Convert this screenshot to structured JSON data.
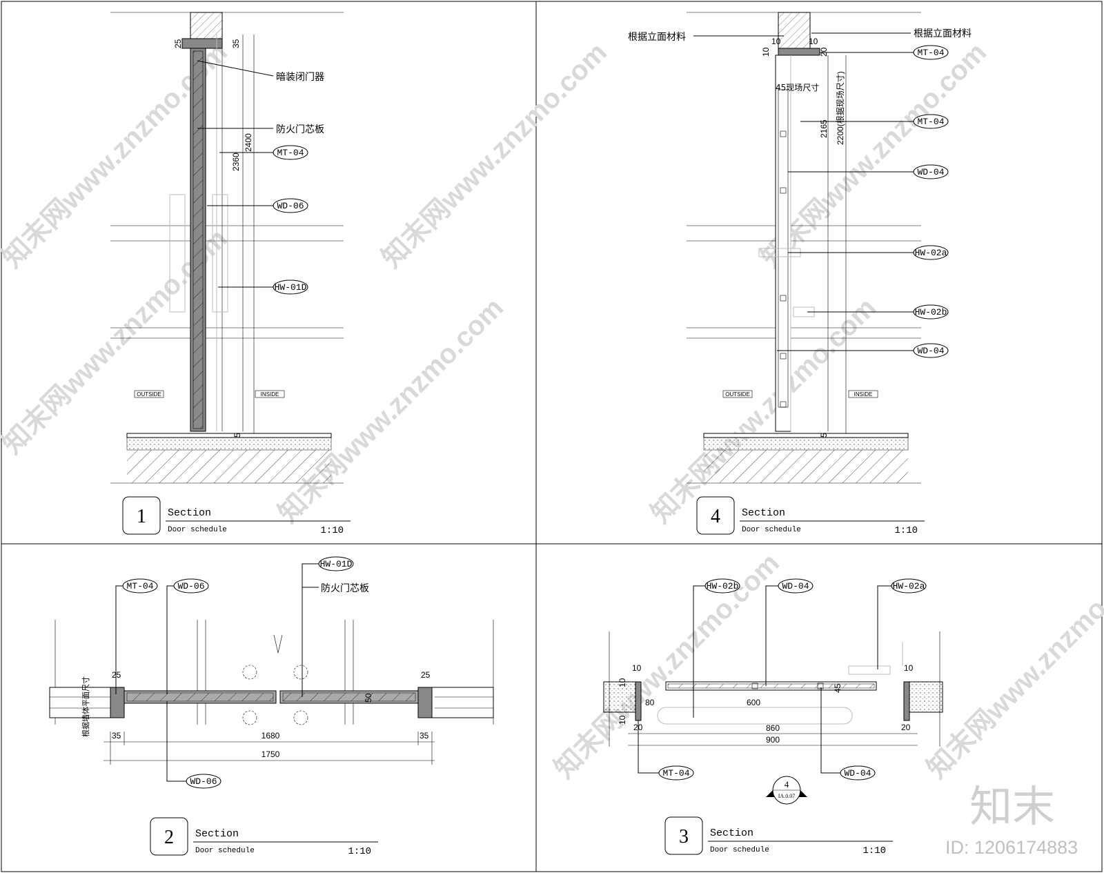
{
  "panels": [
    {
      "number": "1",
      "title": "Section",
      "subtitle": "Door schedule",
      "scale": "1:10"
    },
    {
      "number": "4",
      "title": "Section",
      "subtitle": "Door schedule",
      "scale": "1:10"
    },
    {
      "number": "2",
      "title": "Section",
      "subtitle": "Door schedule",
      "scale": "1:10"
    },
    {
      "number": "3",
      "title": "Section",
      "subtitle": "Door schedule",
      "scale": "1:10"
    }
  ],
  "panel1": {
    "labels": [
      "暗装闭门器",
      "防火门芯板"
    ],
    "tags": [
      "MT-04",
      "WD-06",
      "HW-01D"
    ],
    "dims": [
      "25",
      "35",
      "2400",
      "2360",
      "5"
    ],
    "outside": "OUTSIDE",
    "inside": "INSIDE"
  },
  "panel4": {
    "labels": [
      "根据立面材料",
      "根据立面材料",
      "45现场尺寸",
      "2200(根据现场尺寸)"
    ],
    "tags": [
      "MT-04",
      "MT-04",
      "WD-04",
      "HW-02a",
      "HW-02b",
      "WD-04"
    ],
    "dims": [
      "10",
      "10",
      "10",
      "20",
      "2165",
      "5"
    ],
    "outside": "OUTSIDE",
    "inside": "INSIDE"
  },
  "panel2": {
    "labels": [
      "防火门芯板",
      "根据墙体平面尺寸"
    ],
    "tags": [
      "MT-04",
      "WD-06",
      "HW-01D",
      "WD-06"
    ],
    "dims": [
      "25",
      "25",
      "50",
      "35",
      "1680",
      "35",
      "1750"
    ]
  },
  "panel3": {
    "tags": [
      "HW-02b",
      "WD-04",
      "HW-02a",
      "MT-04",
      "WD-04"
    ],
    "dims": [
      "10",
      "10",
      "10",
      "80",
      "600",
      "45",
      "10",
      "20",
      "860",
      "20",
      "900"
    ],
    "ref_number": "4",
    "ref_sheet": "IA.0.07"
  },
  "watermark": {
    "text": "知末网www.znzmo.com",
    "brand": "知末",
    "id_label": "ID: 1206174883"
  }
}
